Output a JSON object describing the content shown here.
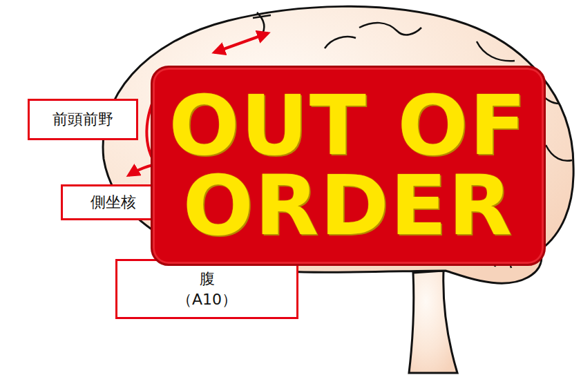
{
  "diagram": {
    "nodes": [
      {
        "text": [
          "前頭前野"
        ]
      },
      {
        "text": [
          "側坐核"
        ]
      },
      {
        "text": [
          "腹",
          "（A10）"
        ]
      },
      {
        "text": [
          "OUT OF ORDER"
        ]
      }
    ]
  }
}
